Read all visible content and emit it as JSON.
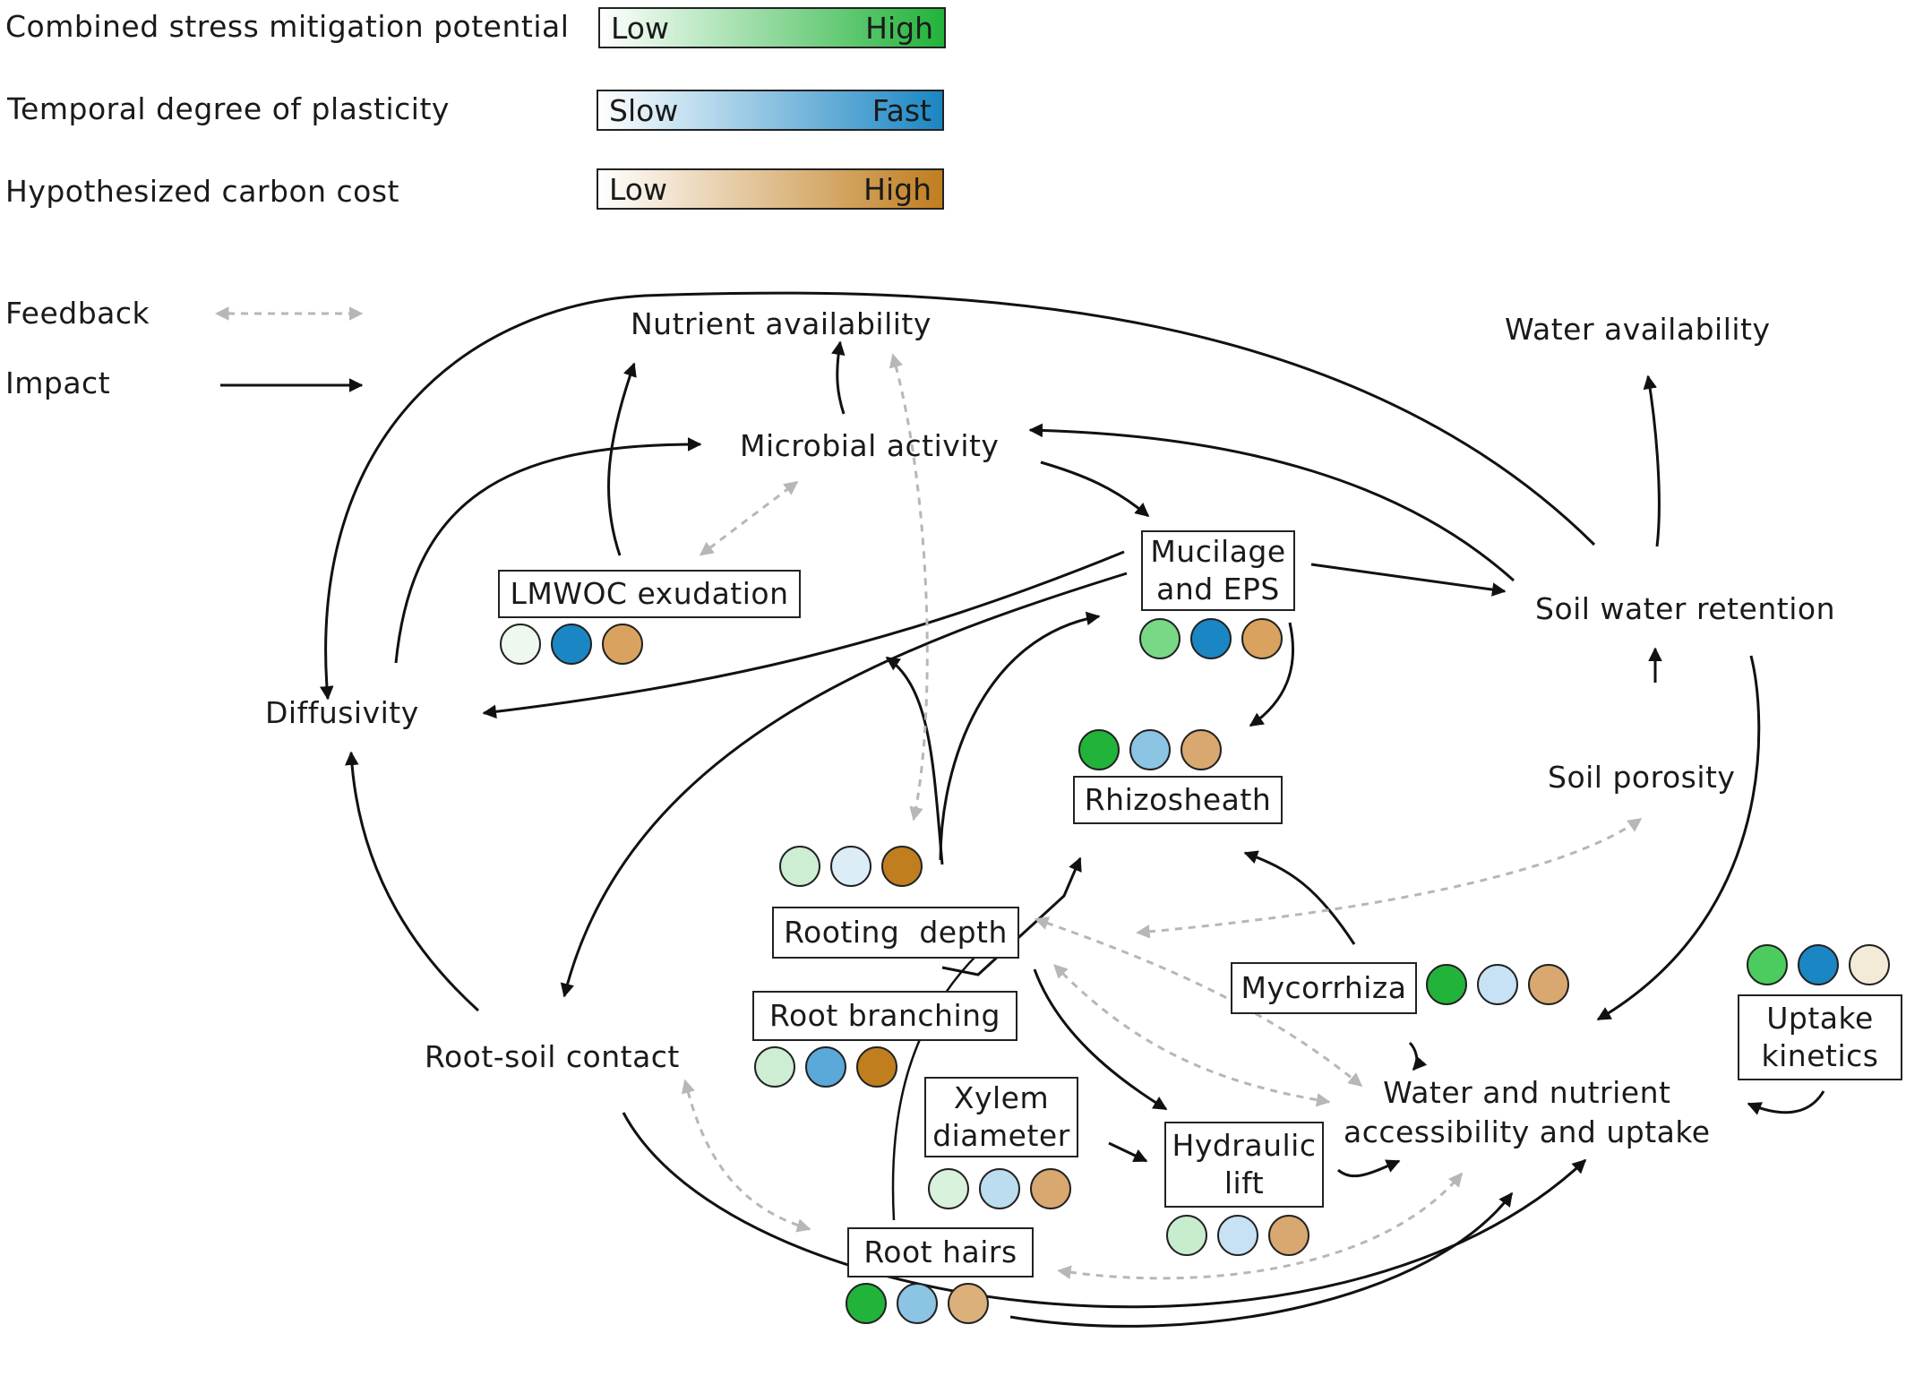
{
  "legend": {
    "mitigation": {
      "label": "Combined stress mitigation potential",
      "low": "Low",
      "high": "High",
      "color": "#22b33a"
    },
    "plasticity": {
      "label": "Temporal degree of plasticity",
      "low": "Slow",
      "high": "Fast",
      "color": "#1a86c4"
    },
    "carbon": {
      "label": "Hypothesized carbon cost",
      "low": "Low",
      "high": "High",
      "color": "#c07e1f"
    },
    "feedback": "Feedback",
    "impact": "Impact"
  },
  "nodes": {
    "nutrient_availability": "Nutrient availability",
    "water_availability": "Water availability",
    "microbial_activity": "Microbial activity",
    "soil_water_retention": "Soil water retention",
    "diffusivity": "Diffusivity",
    "soil_porosity": "Soil porosity",
    "root_soil_contact": "Root-soil contact",
    "uptake_line1": "Water and nutrient",
    "uptake_line2": "accessibility and uptake"
  },
  "traits": {
    "lmwoc": {
      "label": "LMWOC exudation",
      "dots": [
        "#eef8ee",
        "#1a86c4",
        "#d9a35f"
      ]
    },
    "mucilage": {
      "line1": "Mucilage",
      "line2": "and EPS",
      "dots": [
        "#78d886",
        "#1a86c4",
        "#d9a35f"
      ]
    },
    "rhizosheath": {
      "label": "Rhizosheath",
      "dots": [
        "#22b33a",
        "#8cc4e4",
        "#d9a870"
      ]
    },
    "rooting_depth": {
      "label": "Rooting  depth",
      "dots": [
        "#cdeed2",
        "#dcedf8",
        "#c07e1f"
      ]
    },
    "root_branching": {
      "label": "Root branching",
      "dots": [
        "#cdeed2",
        "#5aa9d8",
        "#c07e1f"
      ]
    },
    "xylem": {
      "line1": "Xylem",
      "line2": "diameter",
      "dots": [
        "#d8f2dc",
        "#bcdcf0",
        "#d9a870"
      ]
    },
    "hydraulic": {
      "line1": "Hydraulic",
      "line2": "lift",
      "dots": [
        "#c8ecce",
        "#c6e2f4",
        "#d9a870"
      ]
    },
    "root_hairs": {
      "label": "Root hairs",
      "dots": [
        "#22b33a",
        "#8cc4e4",
        "#dcb07a"
      ]
    },
    "mycorrhiza": {
      "label": "Mycorrhiza",
      "dots": [
        "#22b33a",
        "#c6e2f4",
        "#d9a870"
      ]
    },
    "uptake_kinetics": {
      "line1": "Uptake",
      "line2": "kinetics",
      "dots": [
        "#4ccc5e",
        "#1a86c4",
        "#f4ead8"
      ]
    }
  }
}
